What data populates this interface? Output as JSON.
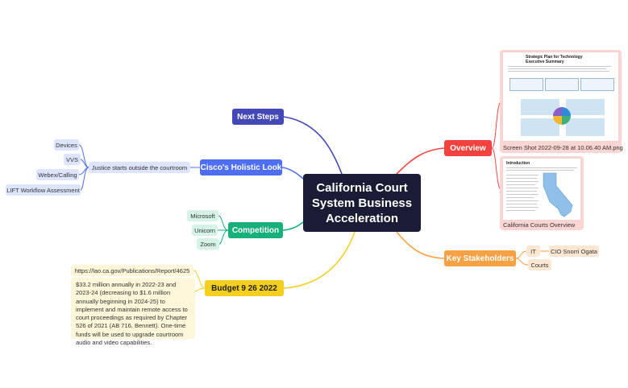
{
  "central": {
    "title": "California Court System Business Acceleration"
  },
  "topics": {
    "next_steps": {
      "label": "Next Steps"
    },
    "holistic": {
      "label": "Cisco's Holistic Look",
      "subtopic": "Justice starts outside the courtroom",
      "items": [
        "Devices",
        "VVS",
        "Webex/Calling",
        "LIFT Workflow Assessment"
      ]
    },
    "competition": {
      "label": "Competition",
      "items": [
        "Microsoft",
        "Unicorn",
        "Zoom"
      ]
    },
    "budget": {
      "label": "Budget 9 26 2022",
      "link": "https://lao.ca.gov/Publications/Report/4625",
      "note": "$33.2 million annually in 2022-23 and 2023-24 (decreasing to $1.6 million annually beginning in 2024-25) to implement and maintain remote access to court proceedings as required by Chapter 526 of 2021 (AB 716, Bennett). One-time funds will be used to upgrade courtroom audio and video capabilities."
    },
    "overview": {
      "label": "Overview",
      "image1_caption": "Screen Shot 2022-09-28 at 10.06.40 AM.png",
      "image1_title": "Strategic Plan for Technology Executive Summary",
      "image2_caption": "California Courts Overview",
      "image2_title": "Introduction"
    },
    "stakeholders": {
      "label": "Key Stakeholders",
      "it": "IT",
      "cio": "CIO Snorri Ogata",
      "courts": "Courts"
    }
  },
  "colors": {
    "central": "#1a1c35",
    "next_steps": "#4447b8",
    "holistic": "#4d6ef5",
    "competition": "#16b07a",
    "budget": "#f5cf20",
    "overview": "#f4433e",
    "stakeholders": "#f7a145"
  }
}
